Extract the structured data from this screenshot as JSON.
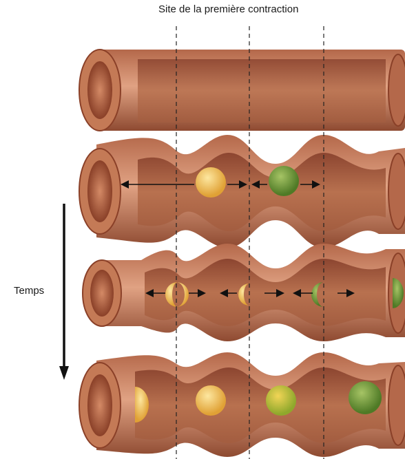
{
  "labels": {
    "first_contraction_site": "Site de la première contraction",
    "time_axis": "Temps"
  },
  "colors": {
    "tube_outer": "#c47a56",
    "tube_inner": "#9e5136",
    "tube_wall_light": "#e3ab8b",
    "lumen_opening": "#b3603e",
    "bolus_yellow": "#f2c25a",
    "bolus_green": "#6f9a3a",
    "arrow": "#111111",
    "guide_line": "#222222"
  },
  "stages": [
    {
      "name": "relaxed-tube",
      "boluses": []
    },
    {
      "name": "first-contraction",
      "boluses": [
        "yellow",
        "green"
      ]
    },
    {
      "name": "segmentation",
      "boluses": [
        "yellow-half",
        "yellow-half",
        "green-half",
        "green-half"
      ]
    },
    {
      "name": "later-segmentation",
      "boluses": [
        "yellow",
        "yellow",
        "yellow-green",
        "green"
      ]
    }
  ]
}
